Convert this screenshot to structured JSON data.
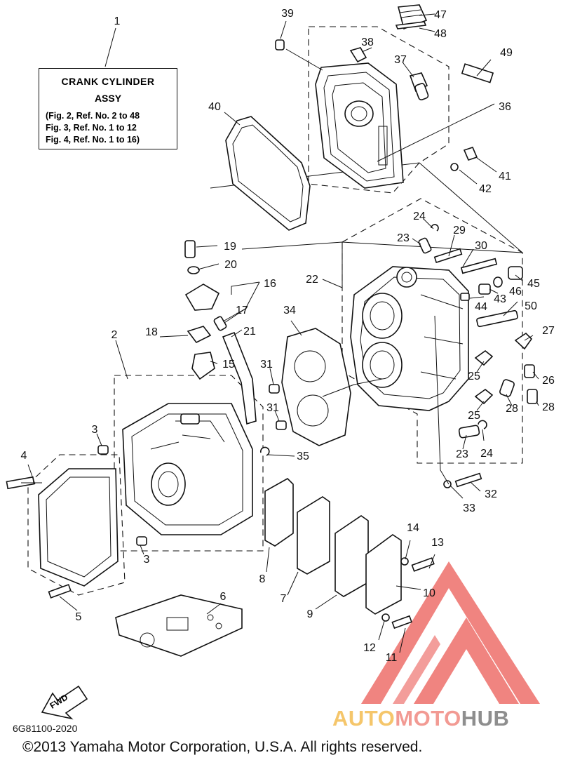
{
  "assembly_box": {
    "title_line1": "CRANK CYLINDER",
    "title_line2": "ASSY",
    "refs": [
      "(Fig. 2, Ref. No. 2 to 48",
      "Fig. 3, Ref. No. 1 to 12",
      "Fig. 4, Ref. No. 1 to 16)"
    ]
  },
  "callouts": [
    {
      "id": "1",
      "text": "1"
    },
    {
      "id": "2",
      "text": "2"
    },
    {
      "id": "3a",
      "text": "3"
    },
    {
      "id": "3b",
      "text": "3"
    },
    {
      "id": "4",
      "text": "4"
    },
    {
      "id": "5",
      "text": "5"
    },
    {
      "id": "6",
      "text": "6"
    },
    {
      "id": "7",
      "text": "7"
    },
    {
      "id": "8",
      "text": "8"
    },
    {
      "id": "9",
      "text": "9"
    },
    {
      "id": "10",
      "text": "10"
    },
    {
      "id": "11",
      "text": "11"
    },
    {
      "id": "12",
      "text": "12"
    },
    {
      "id": "13",
      "text": "13"
    },
    {
      "id": "14",
      "text": "14"
    },
    {
      "id": "15",
      "text": "15"
    },
    {
      "id": "16",
      "text": "16"
    },
    {
      "id": "17",
      "text": "17"
    },
    {
      "id": "18",
      "text": "18"
    },
    {
      "id": "19",
      "text": "19"
    },
    {
      "id": "20",
      "text": "20"
    },
    {
      "id": "21",
      "text": "21"
    },
    {
      "id": "22",
      "text": "22"
    },
    {
      "id": "23a",
      "text": "23"
    },
    {
      "id": "23b",
      "text": "23"
    },
    {
      "id": "24a",
      "text": "24"
    },
    {
      "id": "24b",
      "text": "24"
    },
    {
      "id": "25a",
      "text": "25"
    },
    {
      "id": "25b",
      "text": "25"
    },
    {
      "id": "26",
      "text": "26"
    },
    {
      "id": "27",
      "text": "27"
    },
    {
      "id": "28a",
      "text": "28"
    },
    {
      "id": "28b",
      "text": "28"
    },
    {
      "id": "29",
      "text": "29"
    },
    {
      "id": "30",
      "text": "30"
    },
    {
      "id": "31a",
      "text": "31"
    },
    {
      "id": "31b",
      "text": "31"
    },
    {
      "id": "32",
      "text": "32"
    },
    {
      "id": "33",
      "text": "33"
    },
    {
      "id": "34",
      "text": "34"
    },
    {
      "id": "35",
      "text": "35"
    },
    {
      "id": "36",
      "text": "36"
    },
    {
      "id": "37",
      "text": "37"
    },
    {
      "id": "38",
      "text": "38"
    },
    {
      "id": "39",
      "text": "39"
    },
    {
      "id": "40",
      "text": "40"
    },
    {
      "id": "41",
      "text": "41"
    },
    {
      "id": "42",
      "text": "42"
    },
    {
      "id": "43",
      "text": "43"
    },
    {
      "id": "44",
      "text": "44"
    },
    {
      "id": "45",
      "text": "45"
    },
    {
      "id": "46",
      "text": "46"
    },
    {
      "id": "47",
      "text": "47"
    },
    {
      "id": "48",
      "text": "48"
    },
    {
      "id": "49",
      "text": "49"
    },
    {
      "id": "50",
      "text": "50"
    }
  ],
  "fwd_label": "FWD",
  "diagram_code": "6G81100-2020",
  "copyright": "©2013 Yamaha Motor Corporation, U.S.A. All rights reserved.",
  "watermark": {
    "part1": "AUTO",
    "part2": "MOTO",
    "part3": "HUB",
    "colors": {
      "auto": "#f5c66b",
      "moto": "#f29a93",
      "hub": "#8e8e8e",
      "logo": "#ee6f6a"
    }
  }
}
